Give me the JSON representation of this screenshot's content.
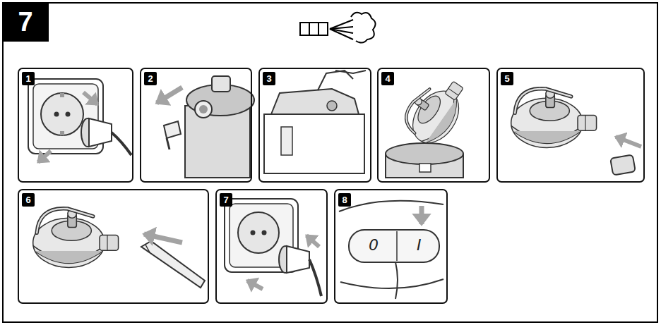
{
  "diagram": {
    "nodes": [
      {
        "text": [
          "7"
        ]
      },
      {
        "text": [
          "1"
        ],
        "in": 0
      },
      {
        "text": [
          "2"
        ],
        "in": 0
      },
      {
        "text": [
          "3"
        ],
        "in": 0
      },
      {
        "text": [
          "4"
        ],
        "in": 0
      },
      {
        "text": [
          "5"
        ],
        "in": 0
      },
      {
        "text": [
          "6"
        ],
        "in": 0
      },
      {
        "text": [
          "7"
        ],
        "in": 0
      },
      {
        "text": [
          "8"
        ],
        "in": 0
      }
    ],
    "labels": [
      "0",
      "I"
    ]
  }
}
